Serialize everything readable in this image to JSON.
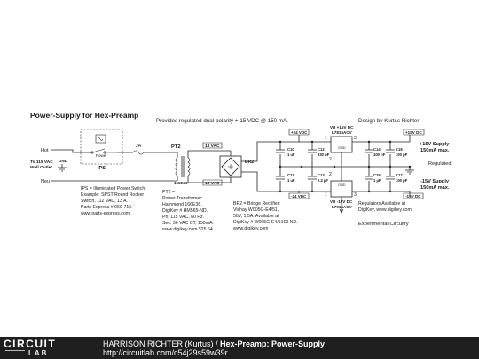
{
  "title": "Power-Supply for Hex-Preamp",
  "subtitle": "Provides regulated dual-polarity +-15 VDC @ 150 mA.",
  "designer": "Design by Kurtus Richter",
  "input": {
    "hot": "Hot",
    "neu": "Neu",
    "gnd": "GND",
    "outlet_line1": "To 115 VAC",
    "outlet_line2": "Wall Outlet"
  },
  "ps1": {
    "label": "IPS",
    "button": "Power"
  },
  "fuse": "2A",
  "pt2": {
    "label": "PT2",
    "part": "166E36"
  },
  "vac_top": "18 VAC",
  "vac_bot": "18 VAC",
  "br2": "BR2",
  "rail_pos24": "+24 VDC",
  "rail_neg24": "-24 VDC",
  "vr_pos": {
    "line1": "VR +15V DC",
    "line2": "L7815ACV",
    "gnd": "GND",
    "pin1": "1",
    "pin2": "2",
    "pin3": "3"
  },
  "vr_neg": {
    "line1": "VR -15V DC",
    "line2": "L7915ACV",
    "gnd": "GND",
    "pin1": "1",
    "pin2": "2",
    "pin3": "3"
  },
  "caps": {
    "c10": [
      "C10",
      "1 uF"
    ],
    "c12": [
      "C12",
      "330 nF"
    ],
    "c14": [
      "C14",
      "100 nF"
    ],
    "c16": [
      "C16",
      "100 pF"
    ],
    "c11": [
      "C11",
      "1 uF"
    ],
    "c13": [
      "C13",
      "2.2 µF"
    ],
    "c15": [
      "C15",
      "1 µF"
    ],
    "c17": [
      "C17",
      "100 pF"
    ]
  },
  "out_pos": "+15V DC",
  "out_neg": "-15V DC",
  "out_pos_desc": [
    "+15V Supply",
    "150mA max."
  ],
  "regulated": "Regulated",
  "out_neg_desc": [
    "-15V Supply",
    "150mA max."
  ],
  "notes": {
    "ips": [
      "IPS = Illuminated Power Switch",
      "Example: SPST Round Rocker",
      "Switch, 112 VAC, 13 A.",
      "Parts Express # 060-716.",
      "www.parts-express.com"
    ],
    "pt2": [
      "PT2 =",
      "Power Transformer:",
      "Hammond 166E36.",
      "DigiKey # HM565-ND.",
      "Pri. 115 VAC, 60 Hz.",
      "Sec. 36 VAC CT, 150mA.",
      "www.digikey.com $25.64"
    ],
    "br2": [
      "BR2 = Bridge Rectifier:",
      "Vishay W005G-E4/51,",
      "50V, 1.5A. Available at",
      "DigiKey # W005G-E4/51GI-ND.",
      "www.digikey.com"
    ],
    "reg": [
      "Regulators Available at",
      "DigiKey, www.digikey.com"
    ],
    "exp": "Experimental Circuitry"
  },
  "footer": {
    "logo_line1": "CIRCUIT",
    "logo_line2": "LAB",
    "author": "HARRISON RICHTER (Kurtus)",
    "sep": " / ",
    "project": "Hex-Preamp: Power-Supply",
    "url": "http://circuitlab.com/c54j29s59w39r"
  }
}
